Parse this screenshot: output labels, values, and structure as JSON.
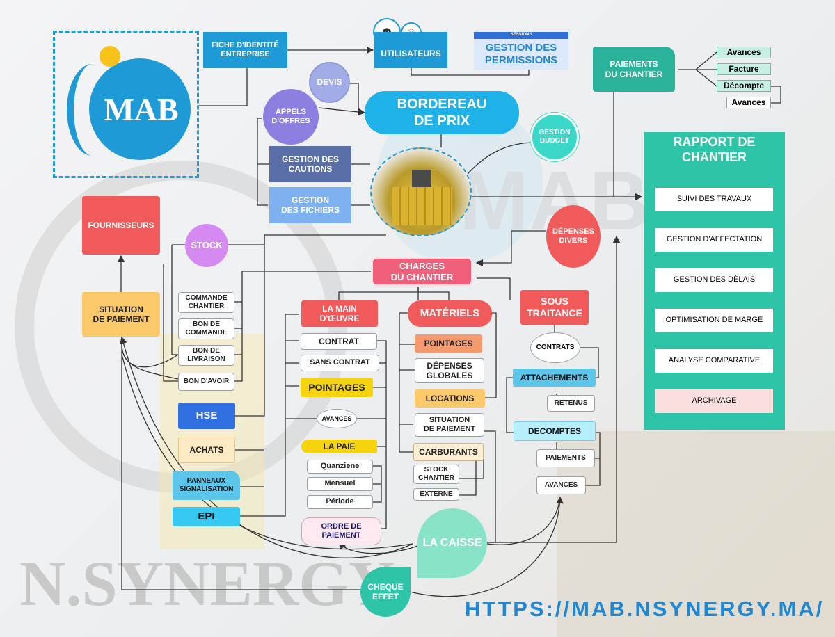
{
  "logo": {
    "text": "MAB"
  },
  "watermark": {
    "brand_text": "N.SYNERGY",
    "background_text": "MAB"
  },
  "identity": {
    "fiche": "FICHE D'IDENTITÉ\nENTREPRISE",
    "users": "UTILISATEURS",
    "sessions": "SESSIONS",
    "permissions": "GESTION DES\nPERMISSIONS"
  },
  "payments": {
    "title": "PAIEMENTS\nDU CHANTIER",
    "items": [
      "Avances",
      "Facture",
      "Décompte",
      "Avances"
    ]
  },
  "center": {
    "devis": "DEVIS",
    "appels": "APPELS\nD'OFFRES",
    "bordereau": "BORDEREAU\nDE PRIX",
    "budget": "GESTION\nBUDGET",
    "cautions": "GESTION DES\nCAUTIONS",
    "fichiers": "GESTION\nDES FICHIERS"
  },
  "report": {
    "title": "RAPPORT DE\nCHANTIER",
    "items": [
      "SUIVI DES TRAVAUX",
      "GESTION D'AFFECTATION",
      "GESTION DES DÉLAIS",
      "OPTIMISATION DE MARGE",
      "ANALYSE COMPARATIVE",
      "ARCHIVAGE"
    ]
  },
  "supply": {
    "fournisseurs": "FOURNISSEURS",
    "situation": "SITUATION\nDE PAIEMENT",
    "stock": "STOCK",
    "commande_chantier": "COMMANDE\nCHANTIER",
    "bon_commande": "BON DE\nCOMMANDE",
    "bon_livraison": "BON DE\nLIVRAISON",
    "bon_avoir": "BON D'AVOIR",
    "hse": "HSE",
    "achats": "ACHATS",
    "panneaux": "PANNEAUX\nSIGNALISATION",
    "epi": "EPI"
  },
  "charges": {
    "title": "CHARGES\nDU CHANTIER",
    "depenses_divers": "DÉPENSES\nDIVERS",
    "main_oeuvre": "LA MAIN\nD'ŒUVRE",
    "contrat": "CONTRAT",
    "sans_contrat": "SANS CONTRAT",
    "pointages": "POINTAGES",
    "avances": "AVANCES",
    "la_paie": "LA PAIE",
    "quanziene": "Quanziene",
    "mensuel": "Mensuel",
    "periode": "Période",
    "ordre": "ORDRE DE\nPAIEMENT",
    "materiels": "MATÉRIELS",
    "mat_pointages": "POINTAGES",
    "depenses_globales": "DÉPENSES\nGLOBALES",
    "locations": "LOCATIONS",
    "situation_paiement": "SITUATION\nDE PAIEMENT",
    "carburants": "CARBURANTS",
    "stock_chantier": "STOCK\nCHANTIER",
    "externe": "EXTERNE",
    "sous_traitance": "SOUS\nTRAITANCE",
    "contrats": "CONTRATS",
    "attachements": "ATTACHEMENTS",
    "retenus": "RETENUS",
    "decomptes": "DECOMPTES",
    "paiements": "PAIEMENTS",
    "st_avances": "AVANCES"
  },
  "caisse": {
    "label": "LA CAISSE",
    "cheque": "CHEQUE\nEFFET"
  },
  "footer": {
    "url": "HTTPS://MAB.NSYNERGY.MA/"
  },
  "colors": {
    "accent": "#1e9ad6",
    "teal": "#2ab29a",
    "red": "#f05a5a",
    "yellow": "#f5d40f",
    "cyan": "#4fd0f0",
    "navy": "#5a6ea8"
  }
}
